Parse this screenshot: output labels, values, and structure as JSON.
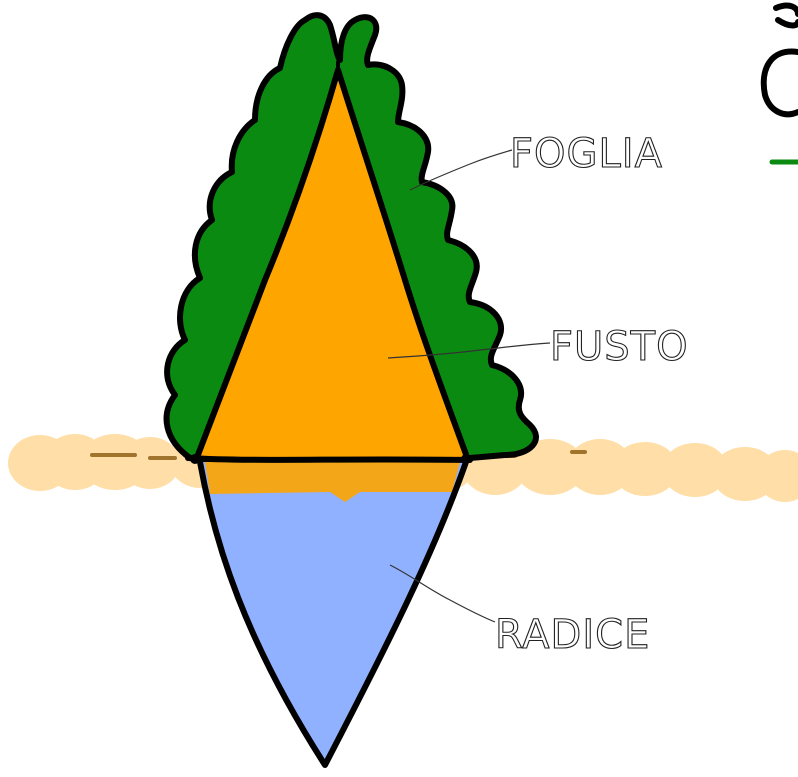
{
  "labels": {
    "leaf": "FOGLIA",
    "stem": "FUSTO",
    "root": "RADICE"
  },
  "colors": {
    "leaf": "#0b8a12",
    "stem": "#ffa500",
    "root": "#8fb1ff",
    "ground": "#ffd48a",
    "ground_dash": "#8a5a10",
    "outline": "#000000"
  }
}
